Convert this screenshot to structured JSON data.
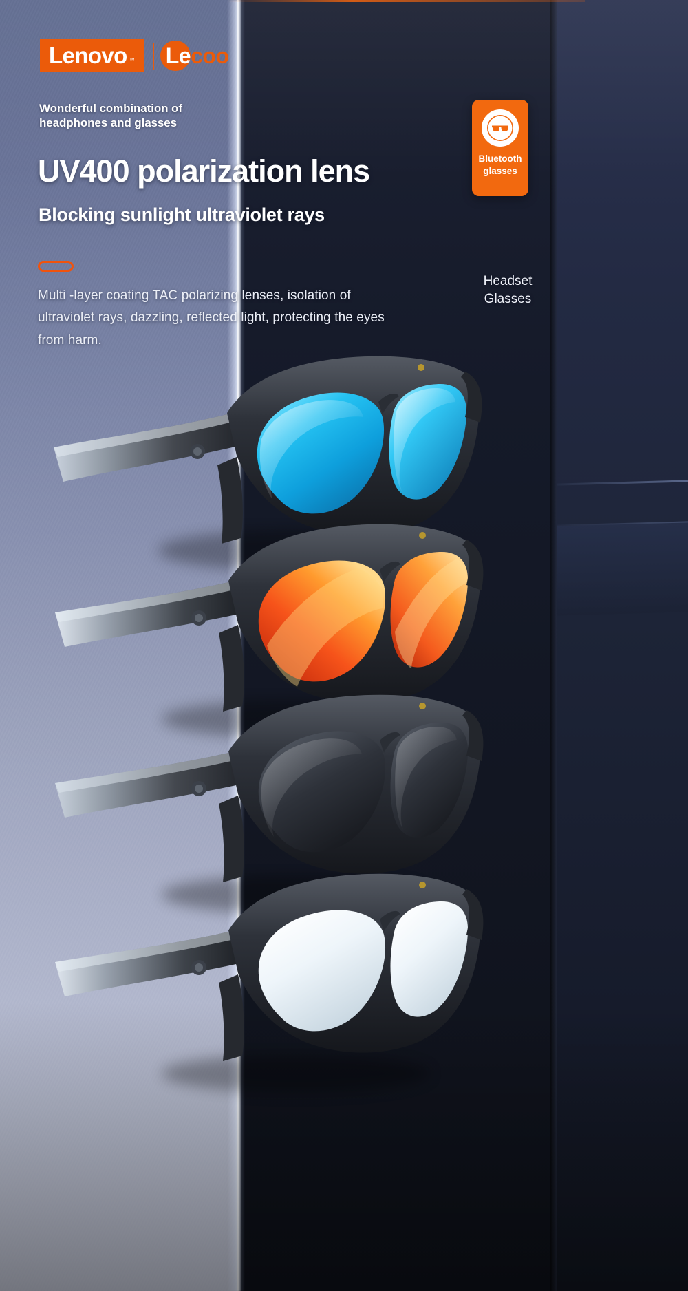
{
  "brand": {
    "lenovo": "Lenovo",
    "lenovo_tm": "™",
    "lecoo_le": "Le",
    "lecoo_coo": "coo"
  },
  "hero": {
    "tagline": "Wonderful combination of headphones and glasses",
    "headline": "UV400 polarization lens",
    "subhead": "Blocking sunlight ultraviolet rays",
    "body": "Multi -layer coating TAC polarizing lenses, isolation of ultraviolet rays, dazzling, reflected light, protecting the eyes from harm."
  },
  "badge": {
    "icon": "sunglasses-icon",
    "label": "Bluetooth glasses"
  },
  "side_label": {
    "text": "Headset Glasses"
  },
  "colors": {
    "brand_orange": "#eb5b0a",
    "badge_orange": "#f2690f",
    "pill_orange": "#f0530d",
    "text_white": "#ffffff",
    "dark_wall": "#151a29"
  },
  "product": {
    "variants": [
      {
        "name": "blue-mirror-lens-glasses",
        "lens": "#2ec4f5"
      },
      {
        "name": "orange-mirror-lens-glasses",
        "lens": "#f5531a"
      },
      {
        "name": "black-lens-glasses",
        "lens": "#2a2d34"
      },
      {
        "name": "white-mirror-lens-glasses",
        "lens": "#eef3f7"
      }
    ]
  }
}
